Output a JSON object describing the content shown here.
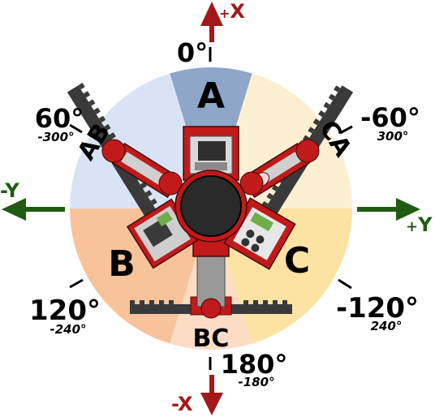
{
  "colors": {
    "sector_A": "#8ea6c8",
    "sector_AB": "#d8e4f6",
    "sector_B": "#f8c39a",
    "sector_BC": "#fcdcc4",
    "sector_C": "#fde3a3",
    "sector_CA": "#fdf0d2",
    "x_axis": "#a3191a",
    "y_axis": "#1f5c12",
    "robot_red": "#c01a1a",
    "robot_dark": "#2a2a2a"
  },
  "axes": {
    "pos_x_plus": "+",
    "pos_x_letter": "X",
    "neg_x_minus": "-",
    "neg_x_letter": "X",
    "neg_y": "-Y",
    "pos_y_plus": "+",
    "pos_y_letter": "Y"
  },
  "sectors": {
    "A": "A",
    "AB": "AB",
    "B": "B",
    "BC": "BC",
    "C": "C",
    "CA": "CA"
  },
  "angles": {
    "a0": "0°",
    "a60": "60°",
    "a60_alt": "-300°",
    "a_neg60": "-60°",
    "a_neg60_alt": "300°",
    "a120": "120°",
    "a120_alt": "-240°",
    "a_neg120": "-120°",
    "a_neg120_alt": "240°",
    "a180": "180°",
    "a180_alt": "-180°"
  }
}
